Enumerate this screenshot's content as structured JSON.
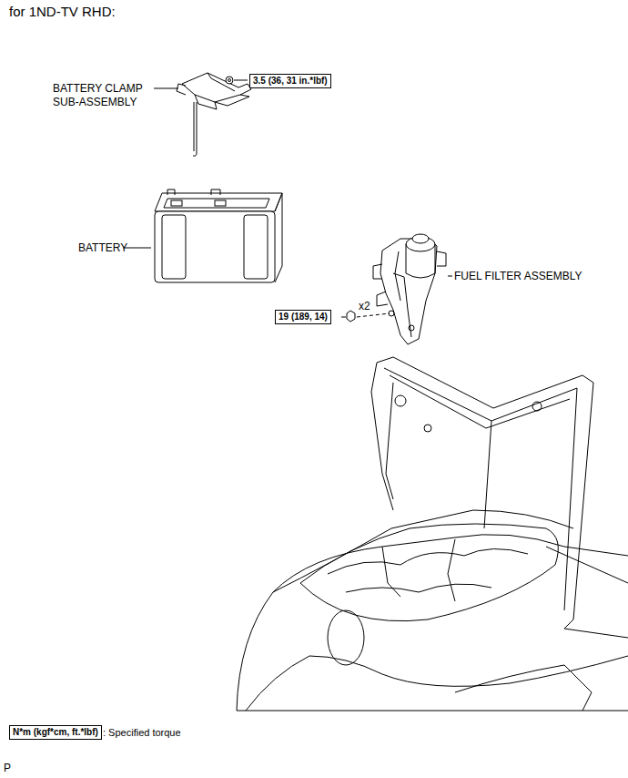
{
  "diagram": {
    "title": "for 1ND-TV RHD:",
    "nodes": [
      {
        "text": [
          "3.5 (36, 31 in.*lbf)"
        ]
      },
      {
        "text": [
          "19 (189, 14)"
        ]
      },
      {
        "text": [
          "N*m (kgf*cm, ft.*lbf)"
        ]
      }
    ],
    "labels": [
      "BATTERY CLAMP SUB-ASSEMBLY",
      "BATTERY",
      "FUEL FILTER ASSEMBLY",
      "x2",
      ": Specified torque",
      "P"
    ]
  }
}
